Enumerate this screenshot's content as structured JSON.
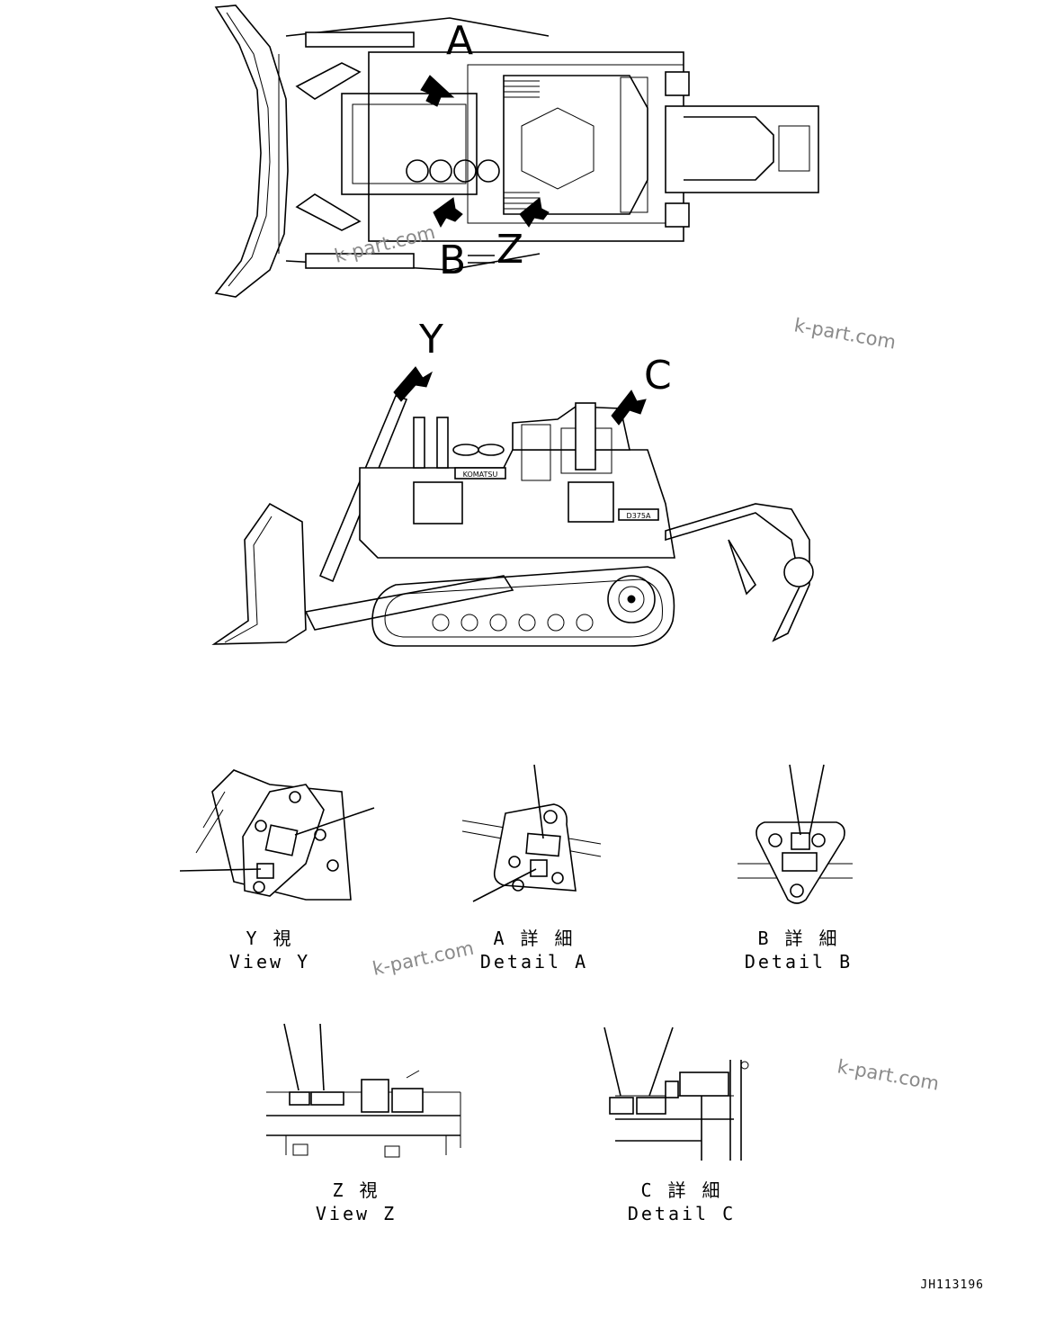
{
  "callouts": {
    "a": "A",
    "b": "B",
    "z": "Z",
    "y": "Y",
    "c": "C"
  },
  "machine_labels": {
    "brand": "KOMATSU",
    "model": "D375A"
  },
  "details": [
    {
      "jp": "Y 視",
      "en": "View Y"
    },
    {
      "jp": "A 詳 細",
      "en": "Detail A"
    },
    {
      "jp": "B 詳 細",
      "en": "Detail B"
    },
    {
      "jp": "Z 視",
      "en": "View Z"
    },
    {
      "jp": "C 詳 細",
      "en": "Detail C"
    }
  ],
  "watermark": "k-part.com",
  "drawing_code": "JH113196"
}
